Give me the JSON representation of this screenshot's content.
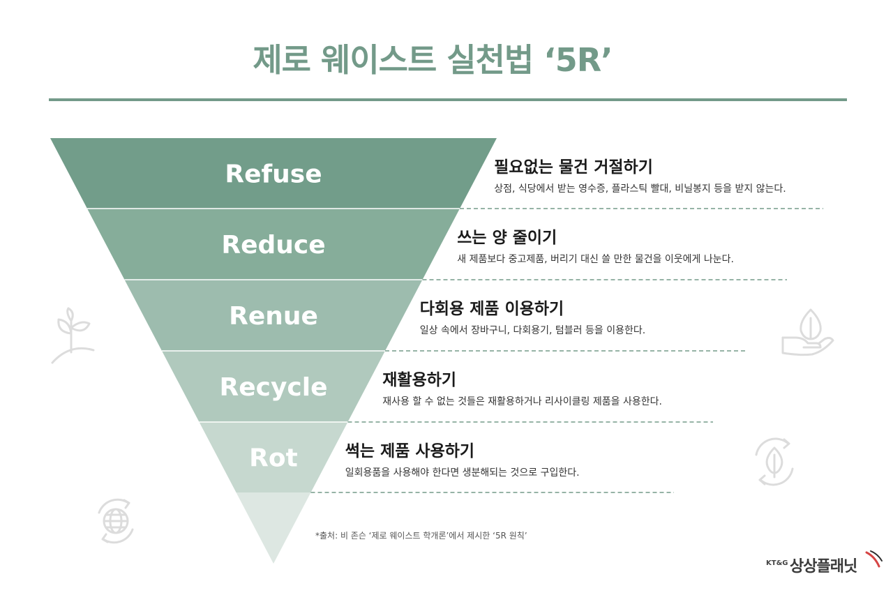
{
  "header": {
    "title": "제로 웨이스트 실천법 ‘5R’"
  },
  "tiers": [
    {
      "label": "Refuse",
      "color": "#729d8a",
      "heading": "필요없는 물건 거절하기",
      "body": "상점, 식당에서 받는 영수증, 플라스틱 빨대, 비닐봉지 등을 받지 않는다."
    },
    {
      "label": "Reduce",
      "color": "#86ad9a",
      "heading": "쓰는 양 줄이기",
      "body": "새 제품보다 중고제품, 버리기 대신 쓸 만한 물건을 이웃에게 나눈다."
    },
    {
      "label": "Renue",
      "color": "#9dbcae",
      "heading": "다회용 제품 이용하기",
      "body": "일상 속에서 장바구니, 다회용기, 텀블러 등을 이용한다."
    },
    {
      "label": "Recycle",
      "color": "#b0c9bd",
      "heading": "재활용하기",
      "body": "재사용 할 수 없는 것들은 재활용하거나 리사이클링 제품을 사용한다."
    },
    {
      "label": "Rot",
      "color": "#c6d8cf",
      "heading": "썩는 제품 사용하기",
      "body": "일회용품을 사용해야 한다면 생분해되는 것으로 구입한다."
    }
  ],
  "tip_color": "#dde7e2",
  "accent_color": "#739a89",
  "source": "*출처: 비 존슨 ‘제로 웨이스트 학개론’에서 제시한 ‘5R 원칙’",
  "logo": {
    "prefix": "KT&G",
    "name": "상상플래닛"
  },
  "icons": [
    "sprout-icon",
    "leaf-hand-icon",
    "globe-recycle-icon",
    "leaf-recycle-icon"
  ]
}
